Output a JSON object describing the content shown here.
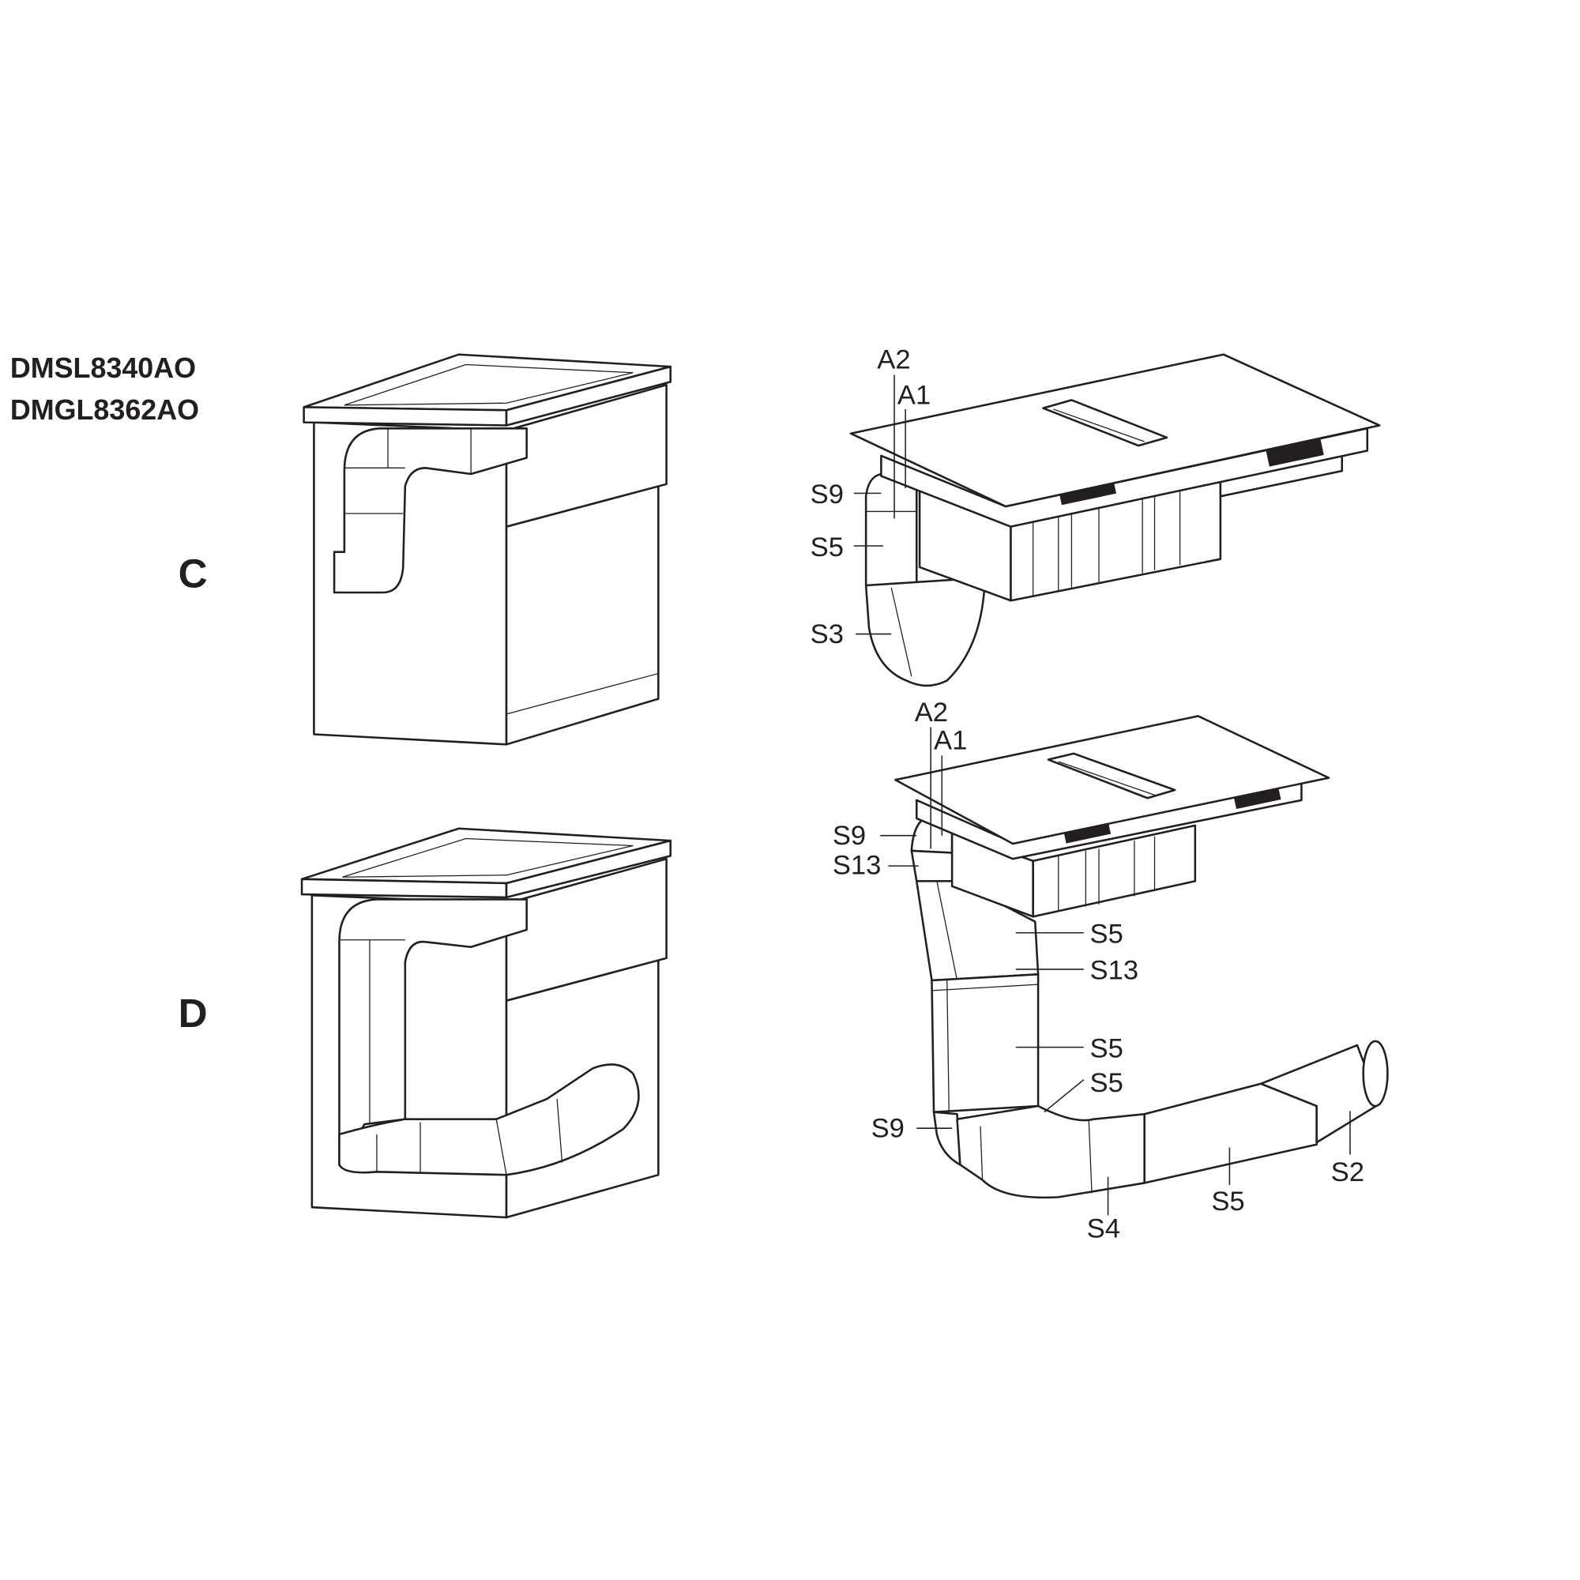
{
  "models": [
    "DMSL8340AO",
    "DMGL8362AO"
  ],
  "variants": [
    {
      "letter": "C",
      "labels": {
        "a2": "A2",
        "a1": "A1",
        "s9": "S9",
        "s5": "S5",
        "s3": "S3"
      }
    },
    {
      "letter": "D",
      "labels": {
        "a2": "A2",
        "a1": "A1",
        "s9_top": "S9",
        "s13_top": "S13",
        "s5_a": "S5",
        "s13_mid": "S13",
        "s5_b": "S5",
        "s5_c": "S5",
        "s9_bottom": "S9",
        "s4": "S4",
        "s5_d": "S5",
        "s2": "S2"
      }
    }
  ],
  "colors": {
    "line": "#231f20",
    "background": "#ffffff"
  }
}
